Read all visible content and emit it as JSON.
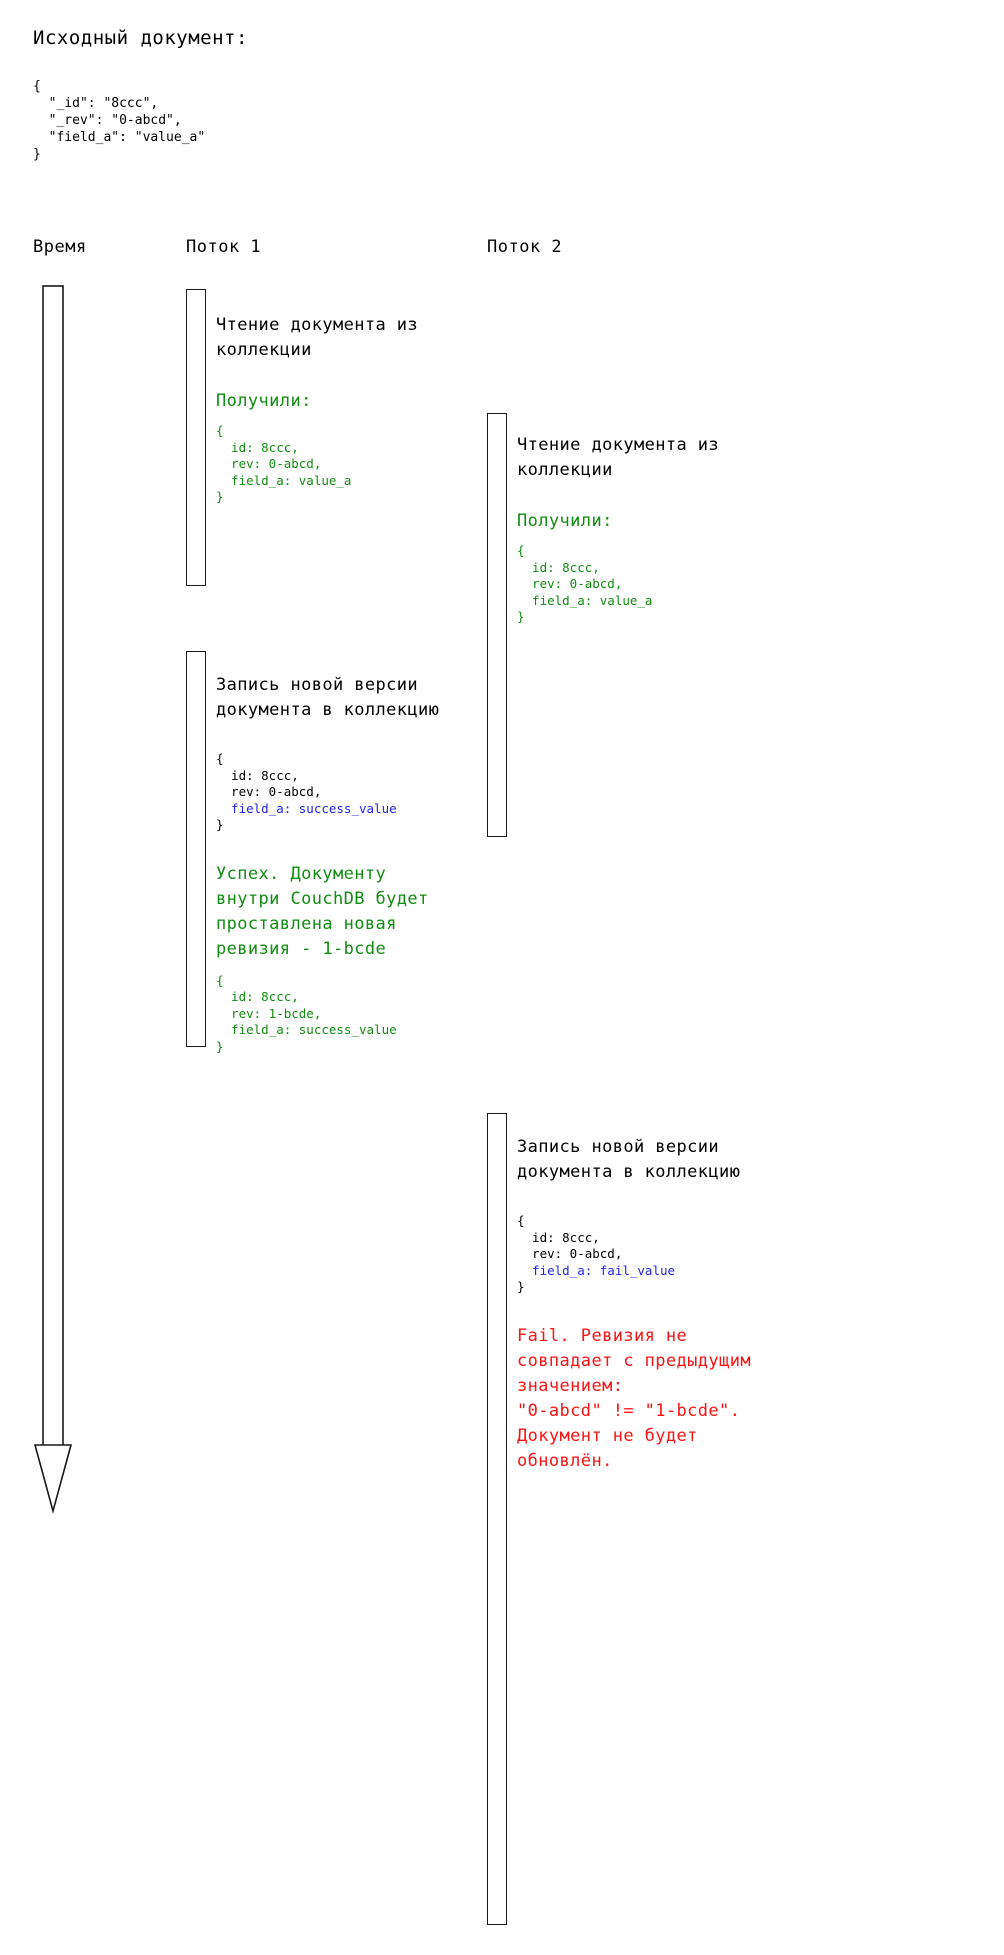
{
  "page": {
    "heading": "Исходный документ:",
    "source_document": "{\n  \"_id\": \"8ccc\",\n  \"_rev\": \"0-abcd\",\n  \"field_a\": \"value_a\"\n}"
  },
  "colors": {
    "success": "#128c12",
    "failure": "#fb1414",
    "changed_field": "#2222ee",
    "text": "#000000",
    "bar_stroke": "#1a1a1a",
    "background": "#ffffff"
  },
  "columns": {
    "time": "Время",
    "thread1": "Поток 1",
    "thread2": "Поток 2"
  },
  "time_axis": {
    "label": "Время",
    "direction": "downward-arrow"
  },
  "thread1": {
    "steps": [
      {
        "title": "Чтение документа из\nколлекции",
        "note": "Получили:",
        "note_color": "green",
        "code": "{\n  id: 8ccc,\n  rev: 0-abcd,\n  field_a: value_a\n}",
        "code_color": "green"
      },
      {
        "title": "Запись новой версии\nдокумента в коллекцию",
        "code_lines": [
          {
            "text": "{",
            "color": "black"
          },
          {
            "text": "  id: 8ccc,",
            "color": "black"
          },
          {
            "text": "  rev: 0-abcd,",
            "color": "black"
          },
          {
            "text": "  field_a: success_value",
            "color": "blue"
          },
          {
            "text": "}",
            "color": "black"
          }
        ],
        "note": "Успех. Документу\nвнутри CouchDB будет\nпроставлена новая\nревизия - 1-bcde",
        "note_color": "green",
        "code": "{\n  id: 8ccc,\n  rev: 1-bcde,\n  field_a: success_value\n}",
        "code_color": "green"
      }
    ]
  },
  "thread2": {
    "steps": [
      {
        "title": "Чтение документа из\nколлекции",
        "note": "Получили:",
        "note_color": "green",
        "code": "{\n  id: 8ccc,\n  rev: 0-abcd,\n  field_a: value_a\n}",
        "code_color": "green"
      },
      {
        "title": "Запись новой версии\nдокумента в коллекцию",
        "code_lines": [
          {
            "text": "{",
            "color": "black"
          },
          {
            "text": "  id: 8ccc,",
            "color": "black"
          },
          {
            "text": "  rev: 0-abcd,",
            "color": "black"
          },
          {
            "text": "  field_a: fail_value",
            "color": "blue"
          },
          {
            "text": "}",
            "color": "black"
          }
        ],
        "note": "Fail. Ревизия не\nсовпадает с предыдущим\nзначением:\n\"0-abcd\" != \"1-bcde\".\nДокумент не будет\nобновлён.",
        "note_color": "red"
      }
    ]
  }
}
